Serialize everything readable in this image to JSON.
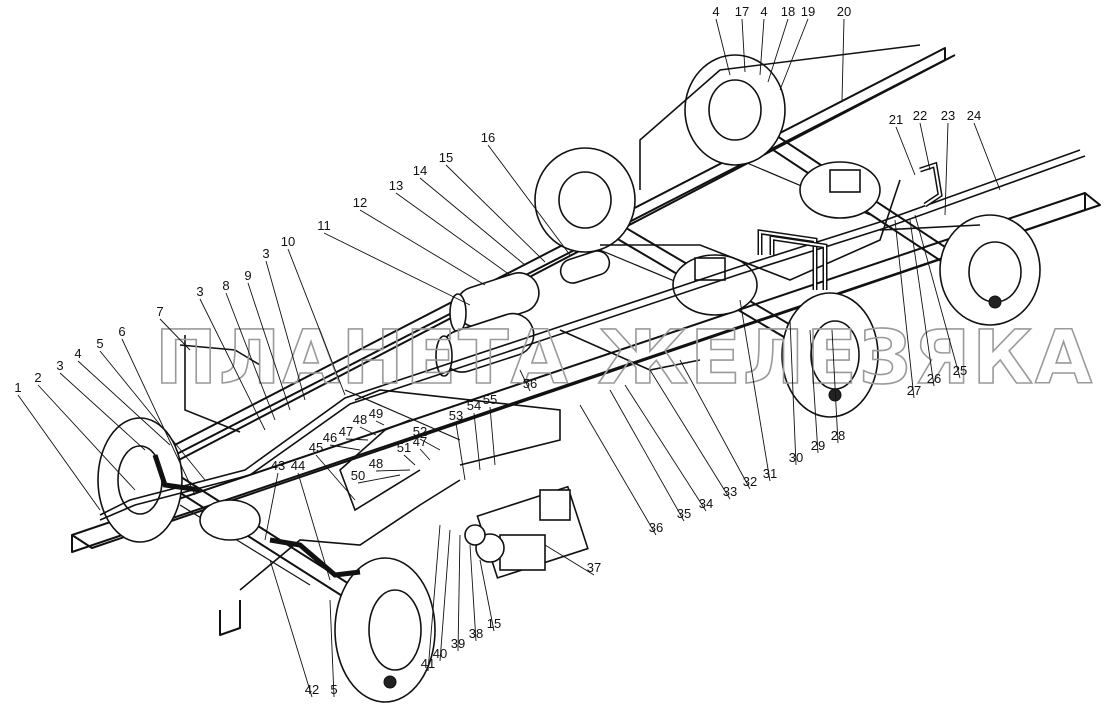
{
  "watermark": "ПЛАНЕТА ЖЕЛЕЗЯКА",
  "callouts": [
    "1",
    "2",
    "3",
    "4",
    "5",
    "6",
    "7",
    "3",
    "8",
    "9",
    "3",
    "10",
    "11",
    "12",
    "13",
    "14",
    "15",
    "16",
    "4",
    "17",
    "4",
    "18",
    "19",
    "20",
    "21",
    "22",
    "23",
    "24",
    "25",
    "26",
    "27",
    "28",
    "29",
    "30",
    "31",
    "32",
    "33",
    "34",
    "35",
    "36",
    "37",
    "15",
    "38",
    "39",
    "40",
    "41",
    "42",
    "5",
    "43",
    "44",
    "45",
    "46",
    "47",
    "48",
    "49",
    "50",
    "48",
    "51",
    "47",
    "52",
    "53",
    "54",
    "55",
    "56"
  ]
}
